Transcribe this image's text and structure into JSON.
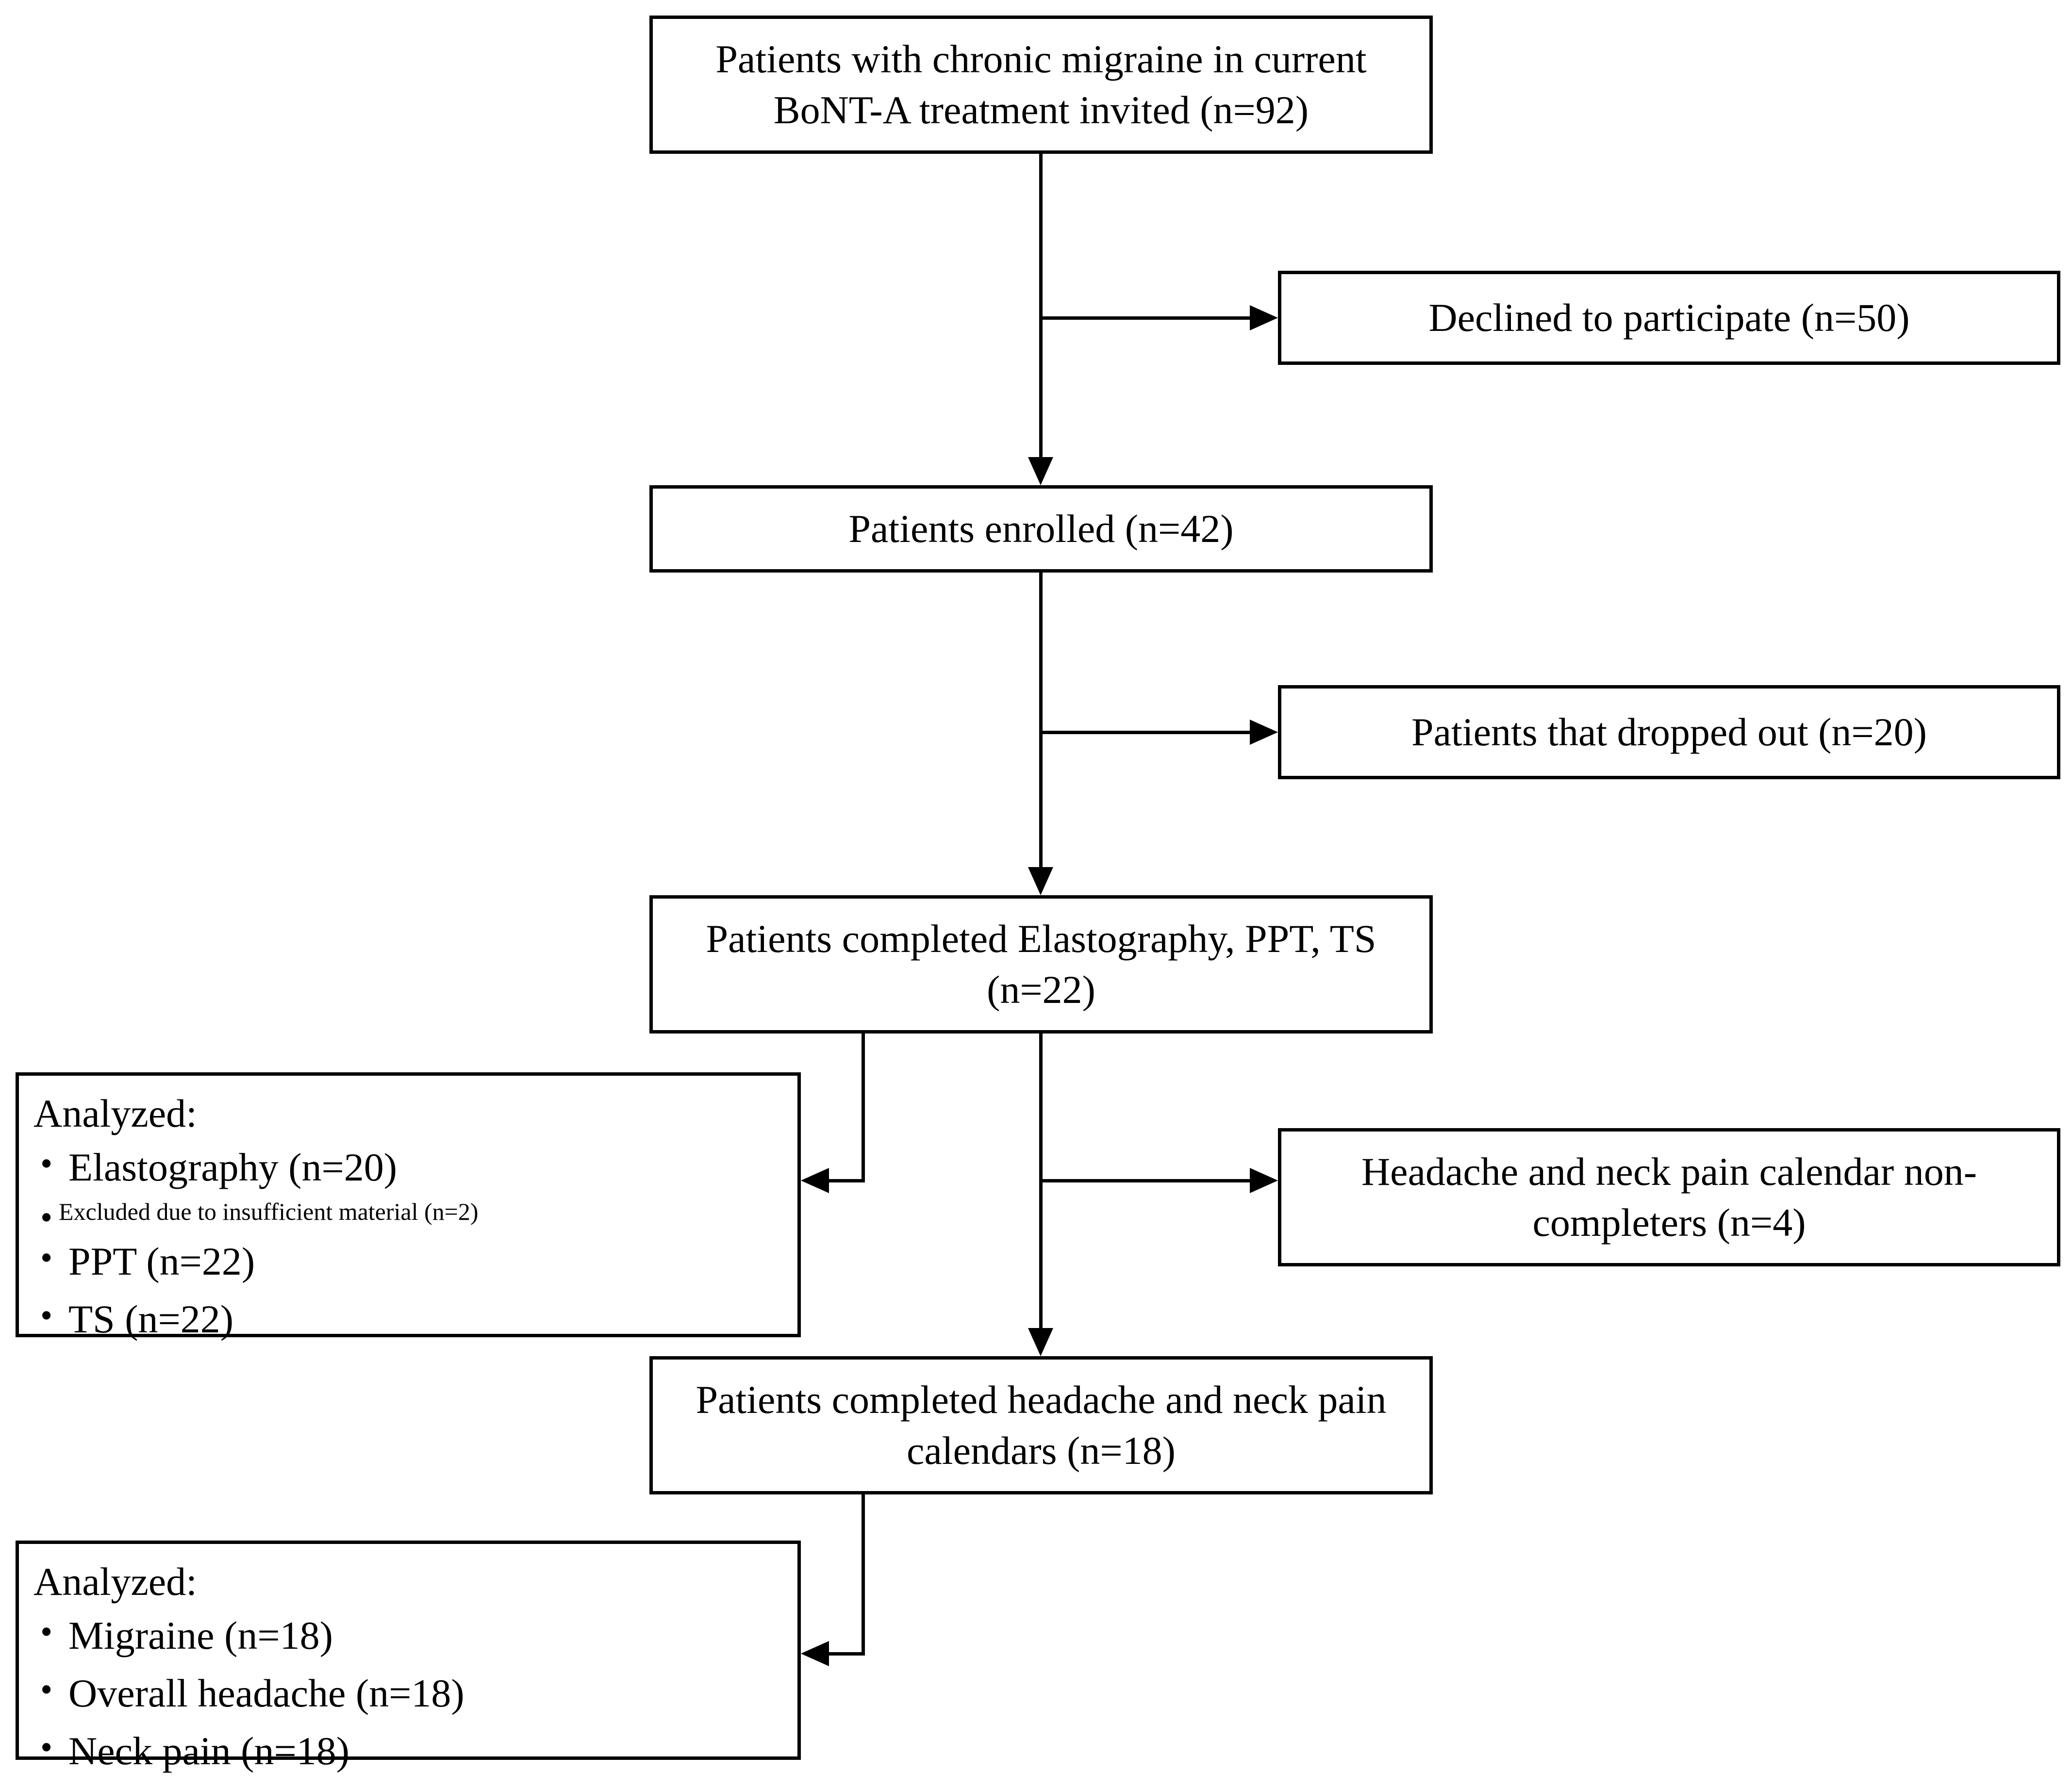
{
  "diagram": {
    "type": "flowchart",
    "title": "Patient enrollment and analysis flow chart",
    "nodes": {
      "invited": {
        "line1": "Patients with chronic migraine in current",
        "line2": "BoNT-A treatment invited (n=92)"
      },
      "declined": {
        "line1": "Declined to participate (n=50)"
      },
      "enrolled": {
        "line1": "Patients enrolled (n=42)"
      },
      "dropped_out": {
        "line1": "Patients that dropped out (n=20)"
      },
      "completed_tests": {
        "line1": "Patients completed Elastography, PPT, TS",
        "line2": "(n=22)"
      },
      "analyzed_tests": {
        "title": "Analyzed:",
        "items": [
          "Elastography (n=20)",
          "PPT (n=22)",
          "TS (n=22)"
        ],
        "subnote": "Excluded due to insufficient material (n=2)"
      },
      "calendar_noncompleters": {
        "line1": "Headache and neck pain calendar non-",
        "line2": "completers (n=4)"
      },
      "completed_calendars": {
        "line1": "Patients completed headache and neck pain",
        "line2": "calendars (n=18)"
      },
      "analyzed_calendars": {
        "title": "Analyzed:",
        "items": [
          "Migraine (n=18)",
          "Overall headache (n=18)",
          "Neck pain (n=18)"
        ]
      }
    },
    "colors": {
      "stroke": "#000000",
      "fill": "#ffffff",
      "text": "#000000"
    }
  }
}
